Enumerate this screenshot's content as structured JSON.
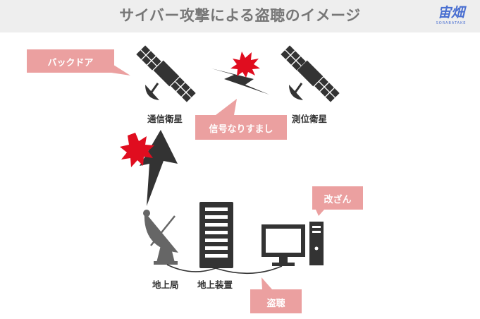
{
  "title": "サイバー攻撃による盗聴のイメージ",
  "logo": {
    "main": "宙畑",
    "sub": "SORABATAKE"
  },
  "nodes": {
    "comm_satellite": "通信衛星",
    "positioning_satellite": "測位衛星",
    "ground_station": "地上局",
    "ground_equipment": "地上装置"
  },
  "callouts": {
    "backdoor": "バックドア",
    "spoofing": "信号なりすまし",
    "tampering": "改ざん",
    "eavesdropping": "盗聴"
  },
  "colors": {
    "callout": "#eba0a0",
    "explosion": "#e00d1f",
    "icon": "#333333",
    "title_bar": "#eeeeee",
    "title_text": "#777777",
    "logo": "#4a6fd1"
  }
}
